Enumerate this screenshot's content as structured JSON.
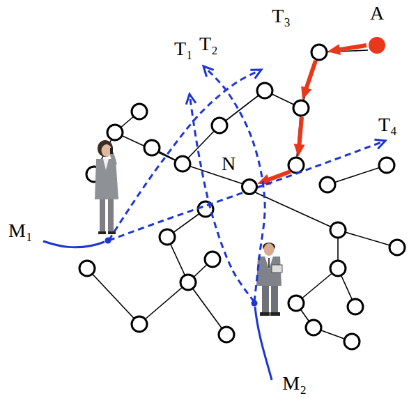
{
  "diagram": {
    "nodes": [
      {
        "text": [
          "T₁"
        ]
      },
      {
        "text": [
          "T₂"
        ]
      },
      {
        "text": [
          "T₃"
        ]
      },
      {
        "text": [
          "A"
        ]
      },
      {
        "text": [
          "T₄"
        ]
      },
      {
        "text": [
          "N"
        ]
      },
      {
        "text": [
          "M₁"
        ]
      },
      {
        "text": [
          "M₂"
        ]
      }
    ],
    "edges": [
      {
        "from": 3,
        "to": 5,
        "arrow": "to"
      },
      {
        "from": 6,
        "to": 2,
        "arrow": "to"
      },
      {
        "from": 6,
        "to": 4,
        "arrow": "to"
      },
      {
        "from": 7,
        "to": 0,
        "arrow": "to"
      },
      {
        "from": 7,
        "to": 1,
        "arrow": "to"
      }
    ]
  }
}
